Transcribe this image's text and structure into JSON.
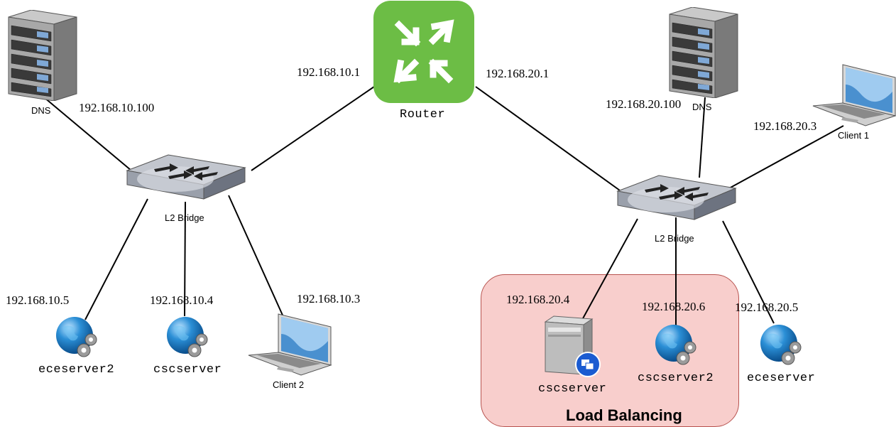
{
  "router": {
    "label": "Router",
    "ip_left": "192.168.10.1",
    "ip_right": "192.168.20.1"
  },
  "left_network": {
    "dns": {
      "label": "DNS",
      "ip": "192.168.10.100"
    },
    "bridge": {
      "label": "L2 Bridge"
    },
    "eceserver2": {
      "label": "eceserver2",
      "ip": "192.168.10.5"
    },
    "cscserver": {
      "label": "cscserver",
      "ip": "192.168.10.4"
    },
    "client2": {
      "label": "Client 2",
      "ip": "192.168.10.3"
    }
  },
  "right_network": {
    "dns": {
      "label": "DNS",
      "ip": "192.168.20.100"
    },
    "bridge": {
      "label": "L2 Bridge"
    },
    "client1": {
      "label": "Client 1",
      "ip": "192.168.20.3"
    },
    "cscserver": {
      "label": "cscserver",
      "ip": "192.168.20.4"
    },
    "cscserver2": {
      "label": "cscserver2",
      "ip": "192.168.20.6"
    },
    "eceserver": {
      "label": "eceserver",
      "ip": "192.168.20.5"
    }
  },
  "load_balancing": {
    "label": "Load Balancing"
  },
  "colors": {
    "router": "#6cbd45",
    "lb_fill": "#f8cecc",
    "lb_border": "#b85450"
  }
}
